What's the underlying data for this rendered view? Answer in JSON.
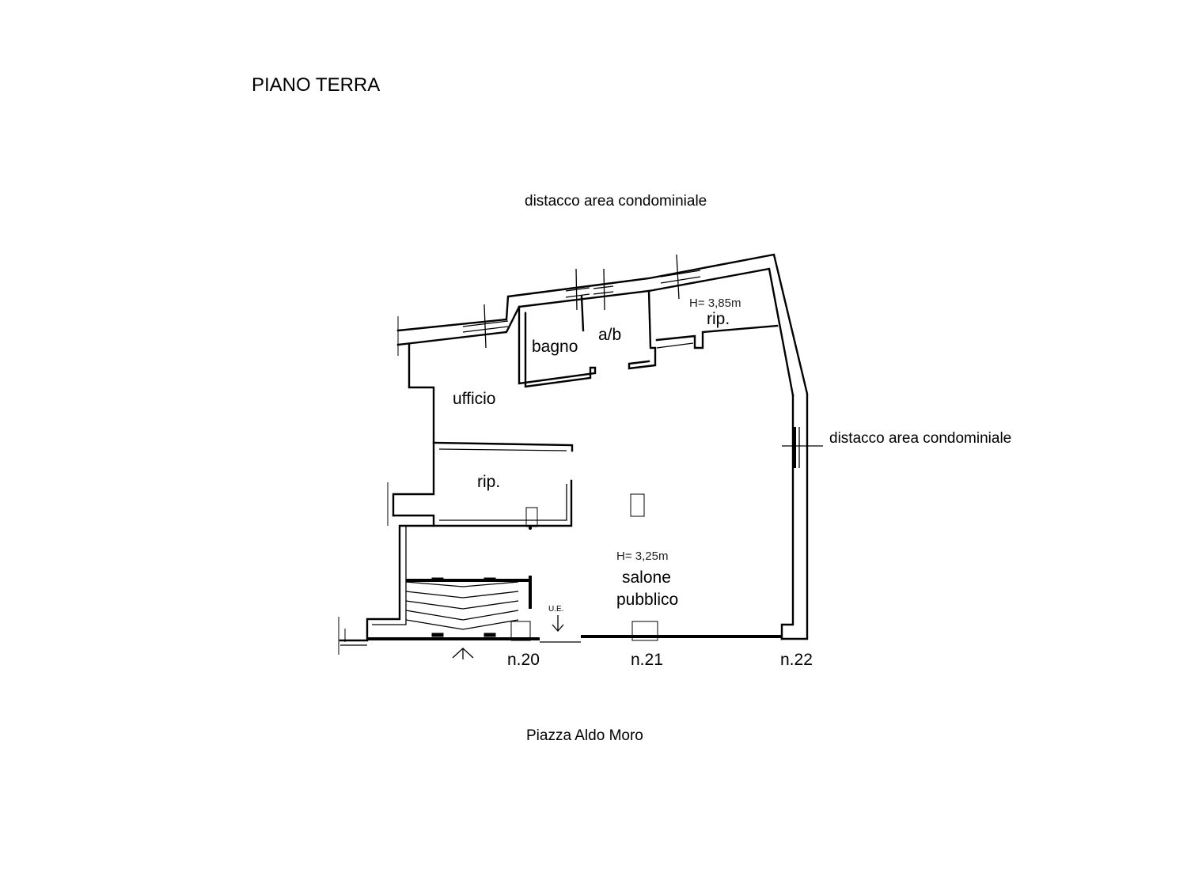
{
  "plan": {
    "floor_title": "PIANO TERRA",
    "top_boundary_label": "distacco area condominiale",
    "right_boundary_label": "distacco area condominiale",
    "street_label": "Piazza Aldo Moro",
    "rooms": {
      "bagno": "bagno",
      "antibagno": "a/b",
      "ufficio": "ufficio",
      "ripostiglio_nord": "rip.",
      "ripostiglio_ovest": "rip.",
      "salone_line1": "salone",
      "salone_line2": "pubblico"
    },
    "heights": {
      "north_wing": "H= 3,85m",
      "salone": "H= 3,25m"
    },
    "civic_numbers": [
      "n.20",
      "n.21",
      "n.22"
    ],
    "exit_marker": "U.E.",
    "entrance_arrow_icon": "arrow-up-icon",
    "exit_arrow_icon": "arrow-down-icon"
  }
}
